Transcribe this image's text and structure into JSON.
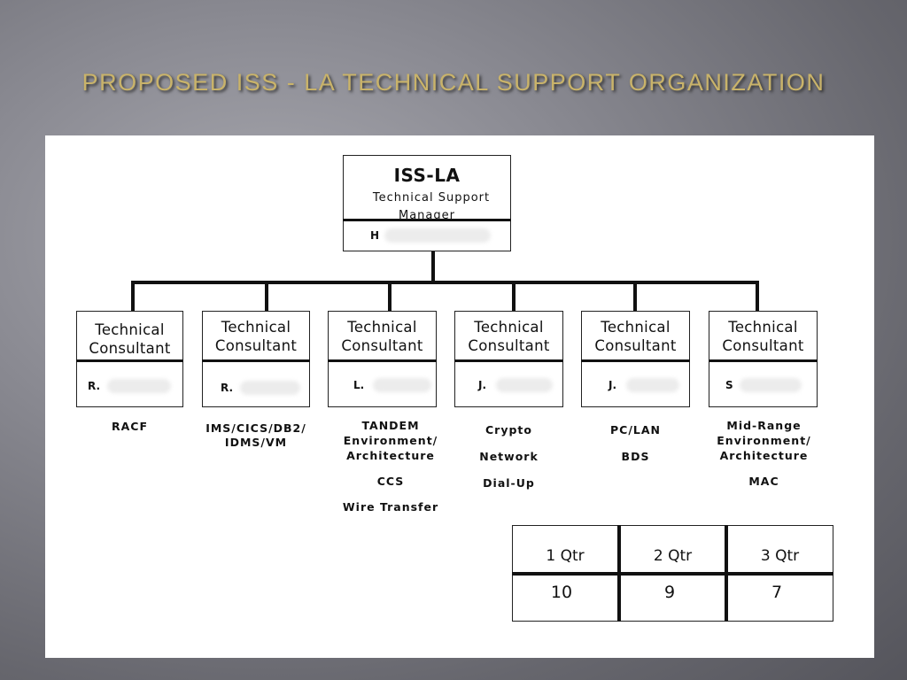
{
  "slide": {
    "title": "PROPOSED ISS - LA TECHNICAL SUPPORT ORGANIZATION"
  },
  "manager": {
    "title": "ISS-LA",
    "subtitle_line1": "Technical Support",
    "subtitle_line2": "Manager",
    "name": "H"
  },
  "consultants": [
    {
      "label_line1": "Technical",
      "label_line2": "Consultant",
      "name": "R.",
      "areas": [
        "RACF"
      ]
    },
    {
      "label_line1": "Technical",
      "label_line2": "Consultant",
      "name": "R.",
      "areas": [
        "IMS/CICS/DB2/",
        "IDMS/VM"
      ]
    },
    {
      "label_line1": "Technical",
      "label_line2": "Consultant",
      "name": "L.",
      "areas": [
        "TANDEM",
        "Environment/",
        "Architecture",
        "CCS",
        "Wire Transfer"
      ]
    },
    {
      "label_line1": "Technical",
      "label_line2": "Consultant",
      "name": "J.",
      "areas": [
        "Crypto",
        "Network",
        "Dial-Up"
      ]
    },
    {
      "label_line1": "Technical",
      "label_line2": "Consultant",
      "name": "J.",
      "areas": [
        "PC/LAN",
        "BDS"
      ]
    },
    {
      "label_line1": "Technical",
      "label_line2": "Consultant",
      "name": "S",
      "areas": [
        "Mid-Range",
        "Environment/",
        "Architecture",
        "MAC"
      ]
    }
  ],
  "quarters": {
    "headers": [
      "1 Qtr",
      "2 Qtr",
      "3 Qtr"
    ],
    "values": [
      "10",
      "9",
      "7"
    ]
  }
}
